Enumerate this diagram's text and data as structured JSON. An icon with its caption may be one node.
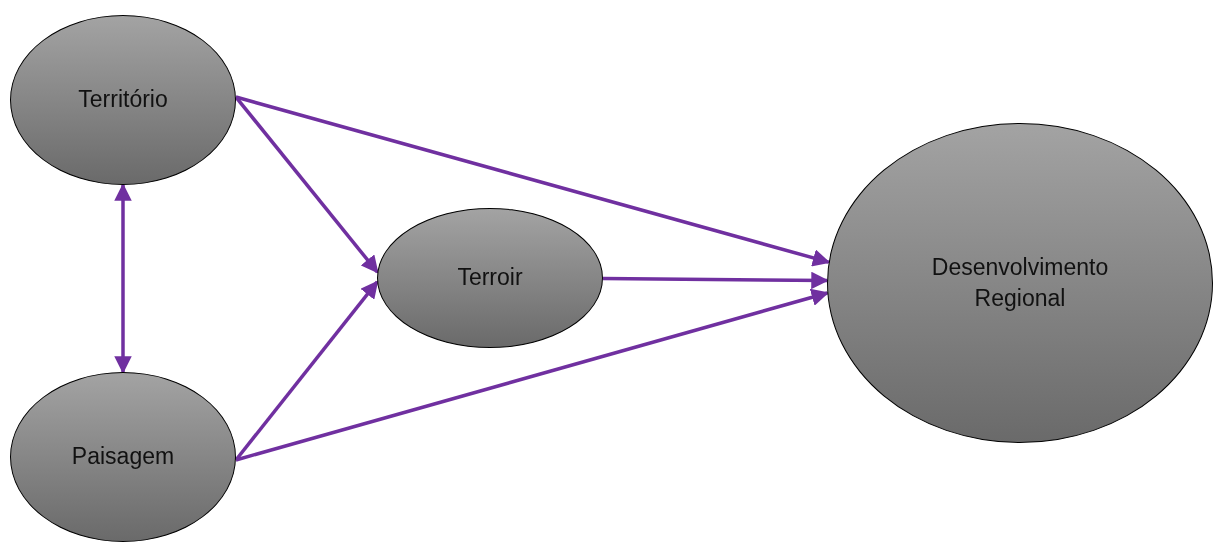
{
  "diagram": {
    "nodes": [
      {
        "text": [
          "Território"
        ]
      },
      {
        "text": [
          "Paisagem"
        ]
      },
      {
        "text": [
          "Terroir"
        ]
      },
      {
        "text": [
          "Desenvolvimento Regional"
        ]
      }
    ],
    "edges": [
      {
        "from": 0,
        "to": 3,
        "arrow": "to"
      },
      {
        "from": 0,
        "to": 2,
        "arrow": "to"
      },
      {
        "from": 2,
        "to": 3,
        "arrow": "to"
      },
      {
        "from": 1,
        "to": 2,
        "arrow": "to"
      },
      {
        "from": 1,
        "to": 3,
        "arrow": "to"
      },
      {
        "from": 0,
        "to": 1,
        "arrow": "both"
      }
    ]
  }
}
